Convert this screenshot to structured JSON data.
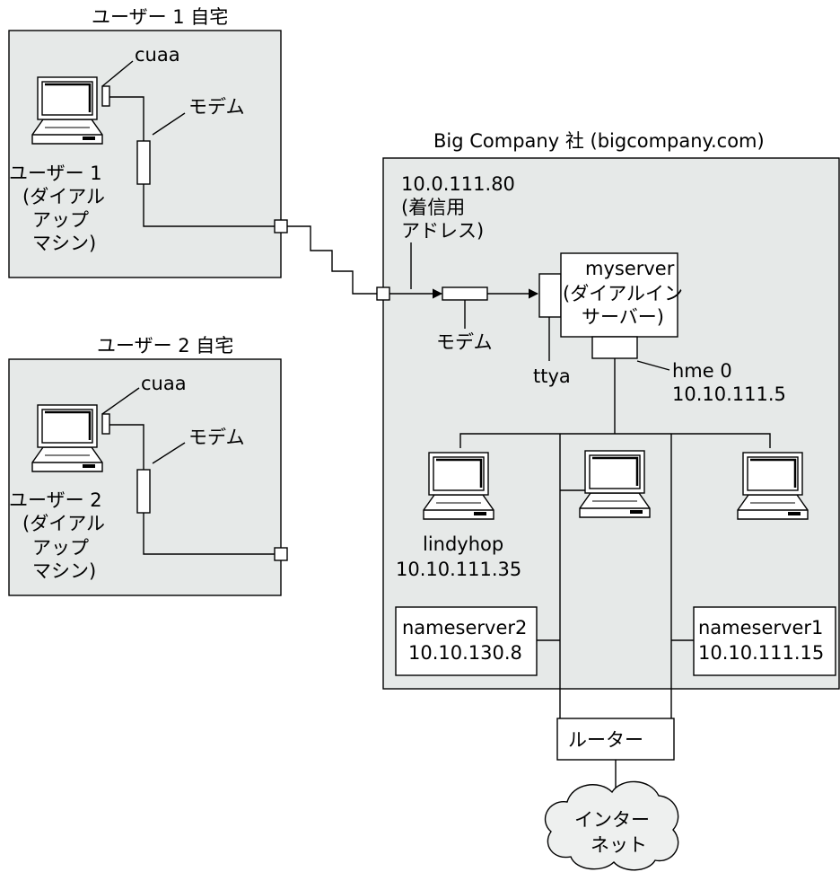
{
  "user1_home": {
    "title": "ユーザー 1 自宅",
    "cuaa": "cuaa",
    "modem": "モデム",
    "machine": [
      "ユーザー 1",
      "(ダイアル",
      "アップ",
      "マシン)"
    ]
  },
  "user2_home": {
    "title": "ユーザー 2 自宅",
    "cuaa": "cuaa",
    "modem": "モデム",
    "machine": [
      "ユーザー 2",
      "(ダイアル",
      "アップ",
      "マシン)"
    ]
  },
  "company": {
    "title": "Big Company 社 (bigcompany.com)",
    "incoming": [
      "10.0.111.80",
      "(着信用",
      "アドレス)"
    ],
    "modem": "モデム",
    "ttya": "ttya",
    "server": [
      "myserver",
      "(ダイアルイン",
      "サーバー)"
    ],
    "hme": [
      "hme 0",
      "10.10.111.5"
    ],
    "lindyhop": [
      "lindyhop",
      "10.10.111.35"
    ],
    "nameserver2": [
      "nameserver2",
      "10.10.130.8"
    ],
    "nameserver1": [
      "nameserver1",
      "10.10.111.15"
    ]
  },
  "router": "ルーター",
  "internet": [
    "インター",
    "ネット"
  ],
  "icons": {
    "computer": "computer-icon",
    "modem": "modem-icon",
    "port": "port-icon",
    "cloud": "cloud-icon"
  }
}
